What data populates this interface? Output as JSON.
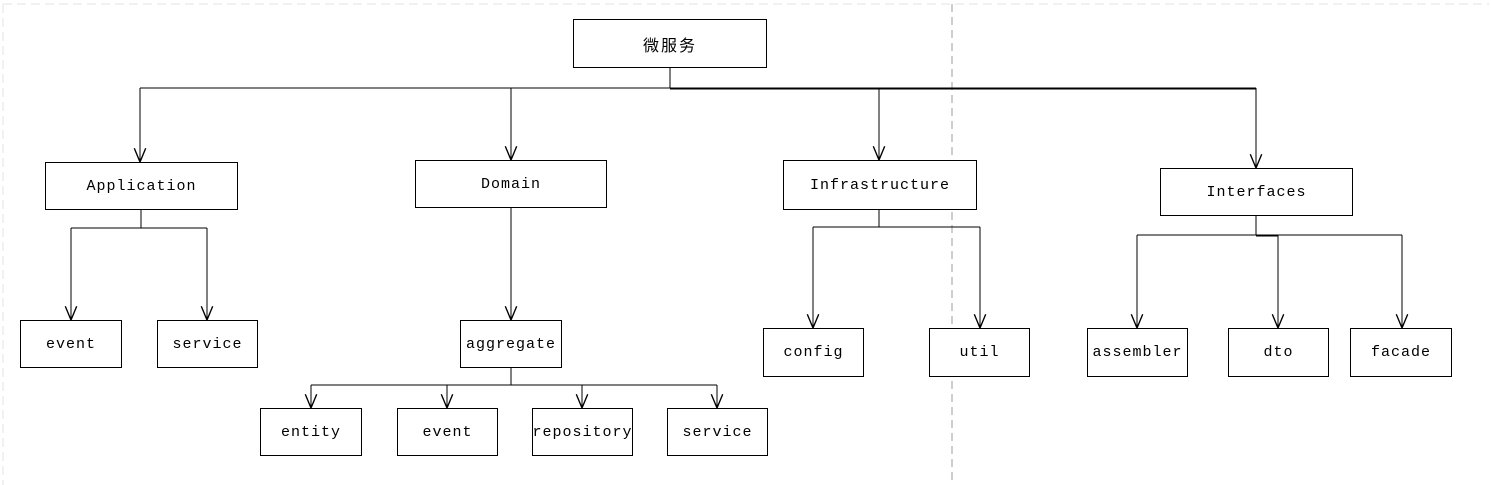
{
  "diagram_type": "tree",
  "colors": {
    "background": "#ffffff",
    "node_fill": "#ffffff",
    "node_border": "#000000",
    "connector": "#000000",
    "page_guide_light": "#e3e3e3",
    "page_guide_dark": "#b2b2b2"
  },
  "tree": {
    "root": {
      "label": "微服务",
      "children": [
        {
          "label": "Application",
          "children": [
            {
              "label": "event"
            },
            {
              "label": "service"
            }
          ]
        },
        {
          "label": "Domain",
          "children": [
            {
              "label": "aggregate",
              "children": [
                {
                  "label": "entity"
                },
                {
                  "label": "event"
                },
                {
                  "label": "repository"
                },
                {
                  "label": "service"
                }
              ]
            }
          ]
        },
        {
          "label": "Infrastructure",
          "children": [
            {
              "label": "config"
            },
            {
              "label": "util"
            }
          ]
        },
        {
          "label": "Interfaces",
          "children": [
            {
              "label": "assembler"
            },
            {
              "label": "dto"
            },
            {
              "label": "facade"
            }
          ]
        }
      ]
    }
  }
}
